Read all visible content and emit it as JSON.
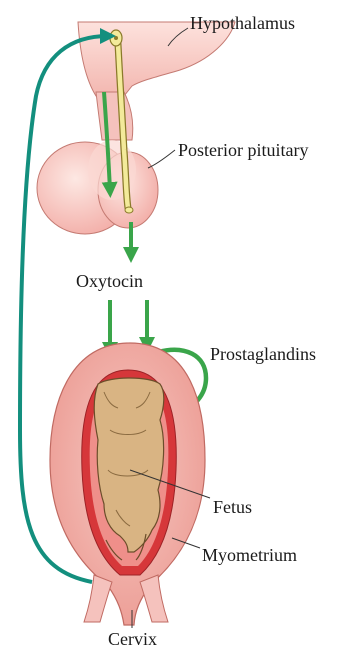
{
  "labels": {
    "hypothalamus": "Hypothalamus",
    "posterior_pituitary": "Posterior pituitary",
    "oxytocin": "Oxytocin",
    "prostaglandins": "Prostaglandins",
    "fetus": "Fetus",
    "myometrium": "Myometrium",
    "cervix": "Cervix"
  },
  "colors": {
    "tissue_pink": "#f5c2bd",
    "uterus_dark": "#e08880",
    "uterine_lining": "#d6373a",
    "fetus_tan": "#d9b483",
    "neuron_yellow": "#f3ea9a",
    "hormone_arrow_green": "#3aa54a",
    "feedback_arrow_teal": "#138f7e",
    "line": "#333333"
  }
}
